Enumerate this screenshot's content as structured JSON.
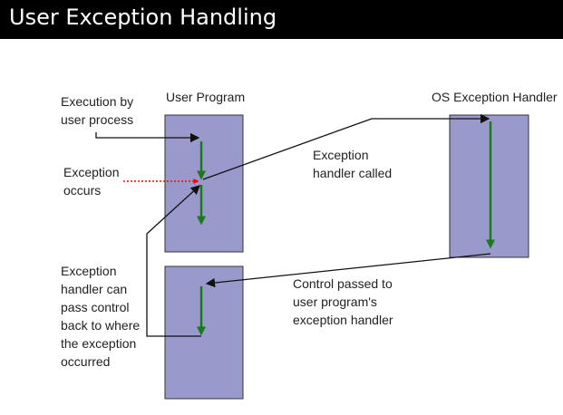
{
  "title": "User Exception Handling",
  "labels": {
    "user_program": "User Program",
    "os_handler": "OS Exception Handler",
    "execution": [
      "Execution by",
      "user process"
    ],
    "exception_occurs": [
      "Exception",
      "occurs"
    ],
    "handler_called": [
      "Exception",
      "handler called"
    ],
    "control_passed": [
      "Control passed to",
      "user program's",
      "exception handler"
    ],
    "pass_back": [
      "Exception",
      "handler can",
      "pass control",
      "back to where",
      "the exception",
      "occurred"
    ]
  },
  "colors": {
    "box": "#9a99cc",
    "flow": "#1a7a1a",
    "exception": "#ff0000"
  }
}
